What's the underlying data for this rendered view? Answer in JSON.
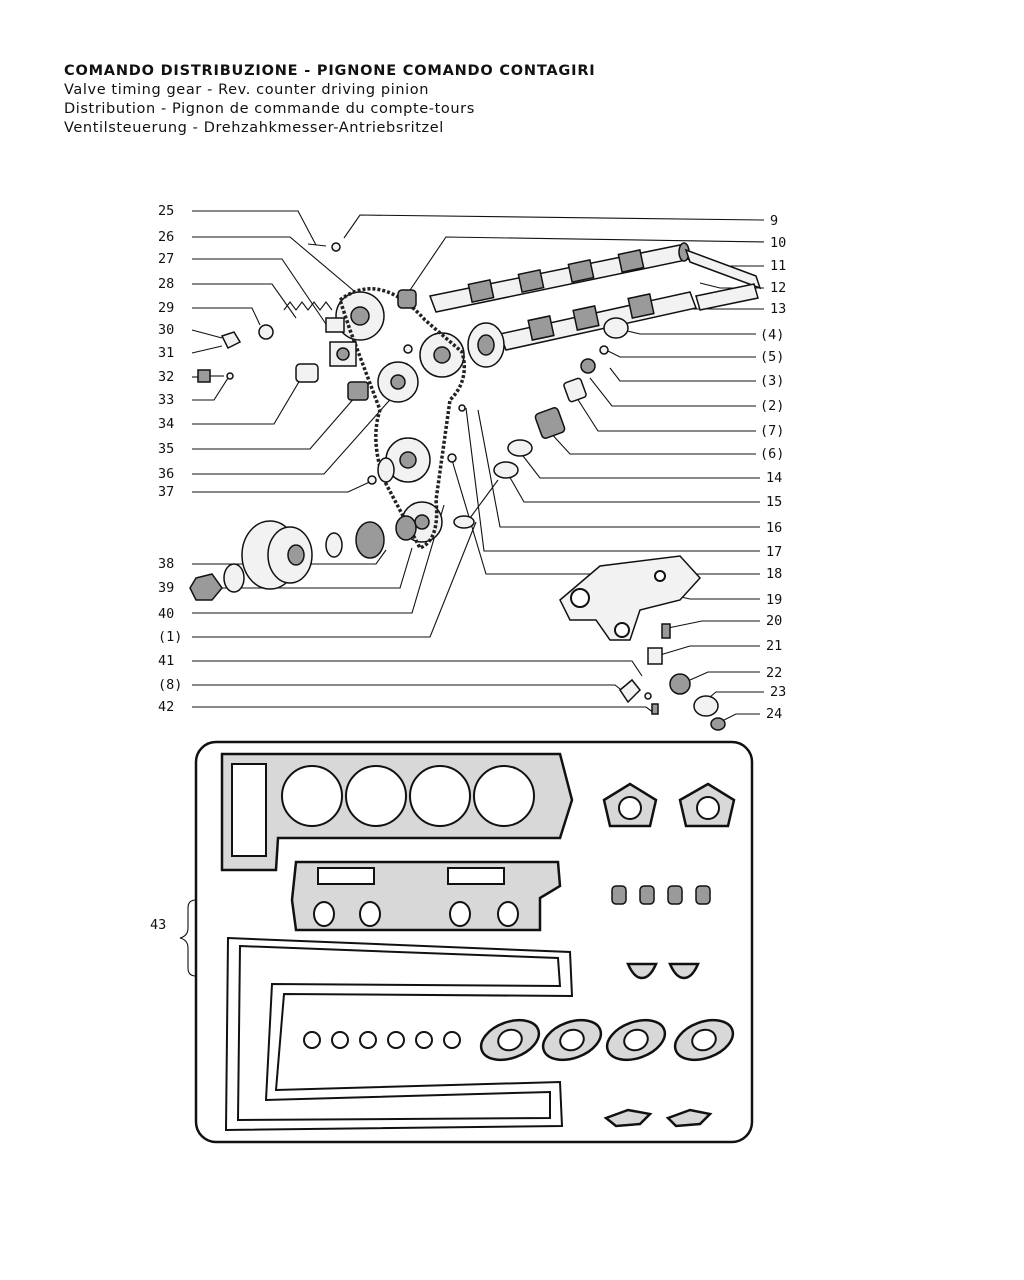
{
  "header": {
    "title_it": "COMANDO DISTRIBUZIONE - PIGNONE COMANDO CONTAGIRI",
    "title_en": "Valve timing gear - Rev. counter driving pinion",
    "title_fr": "Distribution - Pignon de commande du compte-tours",
    "title_de": "Ventilsteuerung - Drehzahkmesser-Antriebsritzel"
  },
  "callouts_left": [
    "25",
    "26",
    "27",
    "28",
    "29",
    "30",
    "31",
    "32",
    "33",
    "34",
    "35",
    "36",
    "37",
    "38",
    "39",
    "40",
    "(1)",
    "41",
    "(8)",
    "42"
  ],
  "callouts_right": [
    "9",
    "10",
    "11",
    "12",
    "13",
    "(4)",
    "(5)",
    "(3)",
    "(2)",
    "(7)",
    "(6)",
    "14",
    "15",
    "16",
    "17",
    "18",
    "19",
    "20",
    "21",
    "22",
    "23",
    "24"
  ],
  "callout_kit": "43"
}
